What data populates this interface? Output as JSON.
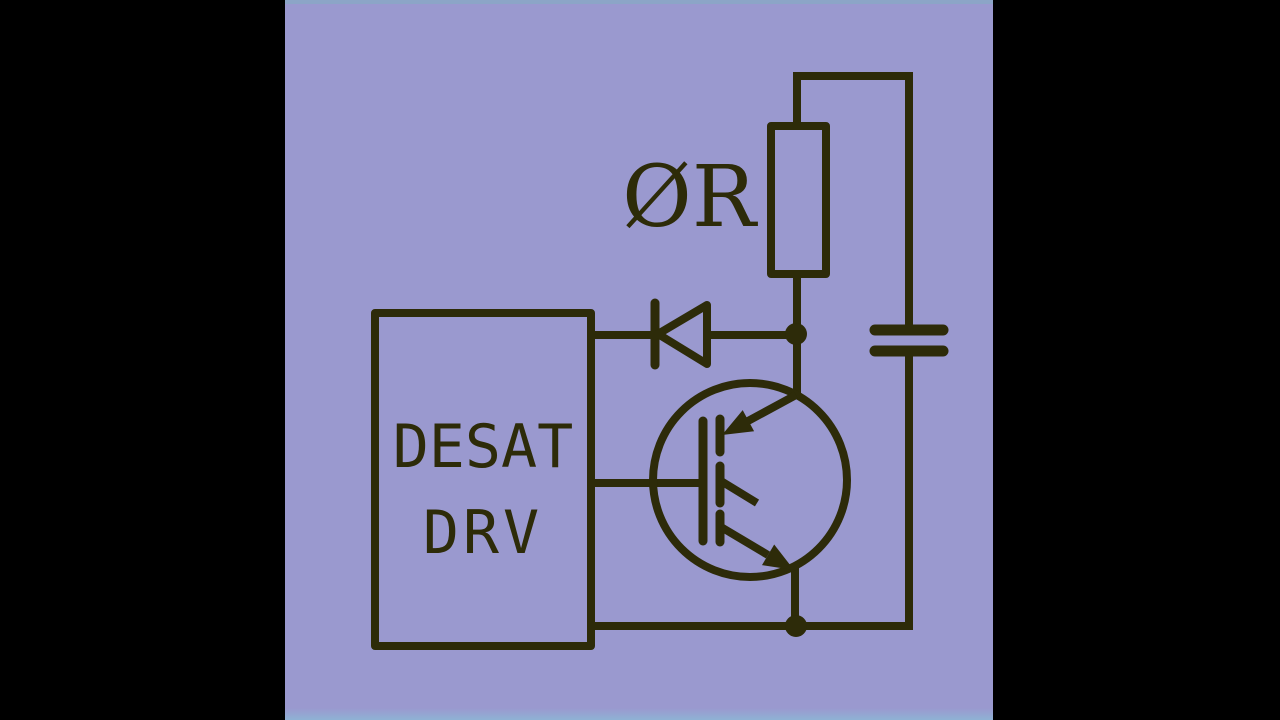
{
  "colors": {
    "letterbox": "#000000",
    "panel_background": "#9a99cf",
    "top_strip": "#8ca5c7",
    "bottom_strip": "#8fb2d4",
    "ink": "#2d2b09"
  },
  "schematic": {
    "driver_box": {
      "line1": "DESAT",
      "line2": "DRV"
    },
    "resistor": {
      "label": "ØR"
    },
    "component_icons": [
      "desat-driver-box",
      "blocking-diode-icon",
      "zero-ohm-resistor-icon",
      "capacitor-icon",
      "igbt-transistor-icon",
      "junction-dot",
      "wire"
    ]
  }
}
